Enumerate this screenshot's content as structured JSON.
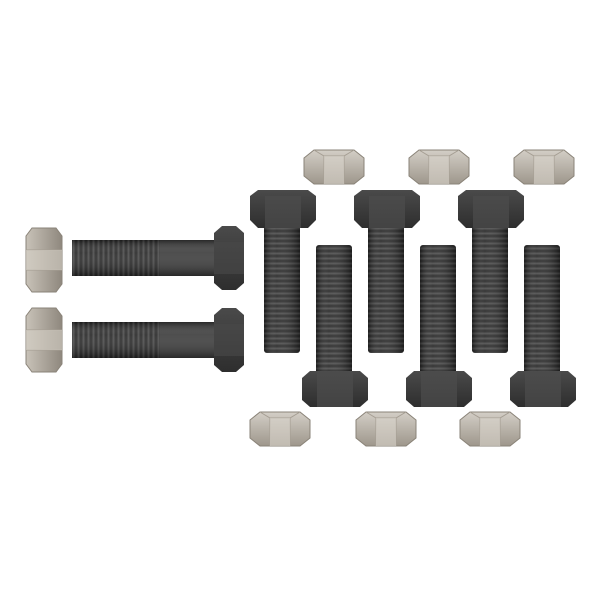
{
  "scene": {
    "subject": "hardware-kit",
    "background_color": "#ffffff",
    "bolt_color": "#3c3c3c",
    "nut_color": "#bdb7ad",
    "counts": {
      "bolts": 8,
      "nuts": 8
    }
  }
}
